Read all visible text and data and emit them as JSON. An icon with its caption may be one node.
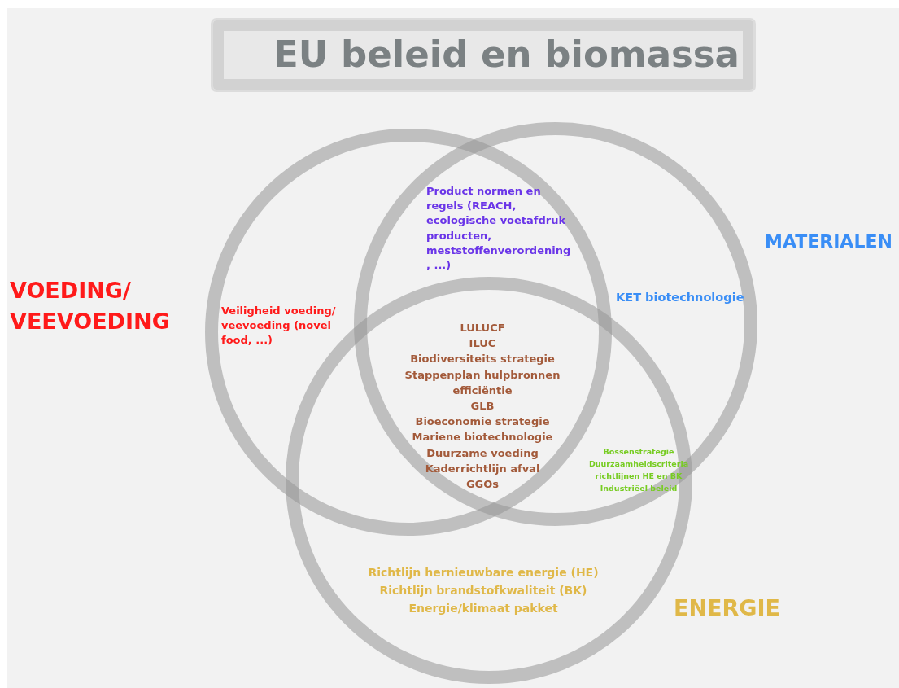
{
  "diagram": {
    "title": "EU beleid en biomassa",
    "nodes": [
      {
        "text": [],
        "shape": "circle",
        "beside": [
          "VOEDING/ VEEVOEDING"
        ]
      },
      {
        "text": [],
        "shape": "circle",
        "beside": [
          "MATERIALEN"
        ]
      },
      {
        "text": [],
        "shape": "circle",
        "beside": [
          "ENERGIE"
        ]
      }
    ],
    "labels": [
      "Product normen en regels (REACH, ecologische voetafdruk producten, meststoffenverordening , ...)",
      "Veiligheid voeding/ veevoeding (novel food, ...)",
      "KET biotechnologie",
      "LULUCF",
      "ILUC",
      "Biodiversiteits strategie",
      "Stappenplan hulpbronnen efficiëntie",
      "GLB",
      "Bioeconomie strategie",
      "Mariene biotechnologie",
      "Duurzame voeding",
      "Kaderrichtlijn afval",
      "GGOs",
      "Bossenstrategie",
      "Duurzaamheidscriteria",
      "richtlijnen HE en BK",
      "Industriëel beleid",
      "Richtlijn hernieuwbare energie (HE)",
      "Richtlijn brandstofkwaliteit (BK)",
      "Energie/klimaat pakket"
    ]
  }
}
